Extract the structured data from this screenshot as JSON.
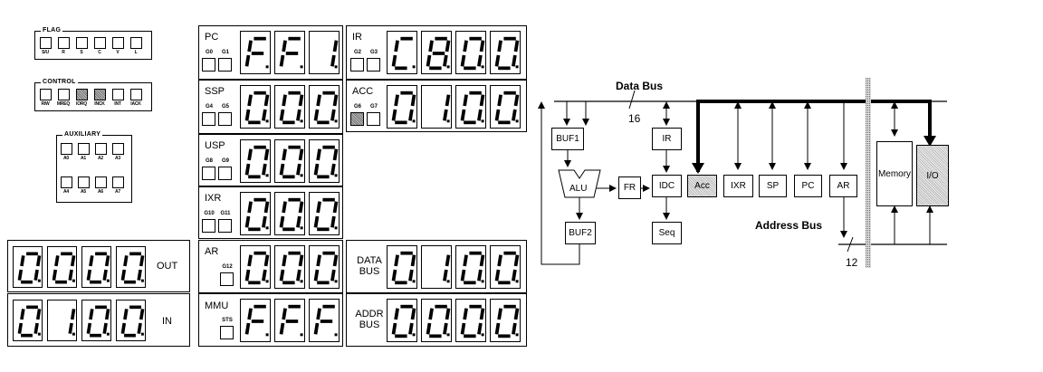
{
  "flag": {
    "title": "FLAG",
    "lamps": [
      {
        "label": "S/U",
        "on": false
      },
      {
        "label": "R",
        "on": false
      },
      {
        "label": "S",
        "on": false
      },
      {
        "label": "C",
        "on": false
      },
      {
        "label": "V",
        "on": false
      },
      {
        "label": "L",
        "on": false
      }
    ]
  },
  "control": {
    "title": "CONTROL",
    "lamps": [
      {
        "label": "R/W",
        "on": false
      },
      {
        "label": "MREQ",
        "on": false
      },
      {
        "label": "IORQ",
        "on": true
      },
      {
        "label": "INCK",
        "on": true
      },
      {
        "label": "INT",
        "on": false
      },
      {
        "label": "IACK",
        "on": false
      }
    ]
  },
  "auxiliary": {
    "title": "AUXILIARY",
    "lamps": [
      {
        "label": "A0",
        "on": false
      },
      {
        "label": "A1",
        "on": false
      },
      {
        "label": "A2",
        "on": false
      },
      {
        "label": "A3",
        "on": false
      },
      {
        "label": "A4",
        "on": false
      },
      {
        "label": "A5",
        "on": false
      },
      {
        "label": "A6",
        "on": false
      },
      {
        "label": "A7",
        "on": false
      }
    ]
  },
  "io": {
    "out": {
      "label": "OUT",
      "digits": [
        "0",
        "0",
        "0",
        "0"
      ]
    },
    "in": {
      "label": "IN",
      "digits": [
        "0",
        "1",
        "0",
        "0"
      ]
    }
  },
  "registers": {
    "pc": {
      "name": "PC",
      "gates": [
        {
          "label": "G0",
          "on": false
        },
        {
          "label": "G1",
          "on": false
        }
      ],
      "digits": [
        "F",
        "F",
        "1"
      ]
    },
    "ssp": {
      "name": "SSP",
      "gates": [
        {
          "label": "G4",
          "on": false
        },
        {
          "label": "G5",
          "on": false
        }
      ],
      "digits": [
        "0",
        "0",
        "0"
      ]
    },
    "usp": {
      "name": "USP",
      "gates": [
        {
          "label": "G8",
          "on": false
        },
        {
          "label": "G9",
          "on": false
        }
      ],
      "digits": [
        "0",
        "0",
        "0"
      ]
    },
    "ixr": {
      "name": "IXR",
      "gates": [
        {
          "label": "G10",
          "on": false
        },
        {
          "label": "G11",
          "on": false
        }
      ],
      "digits": [
        "0",
        "0",
        "0"
      ]
    },
    "ar": {
      "name": "AR",
      "gates": [
        {
          "label": "G12",
          "on": false
        }
      ],
      "digits": [
        "0",
        "0",
        "0"
      ]
    },
    "mmu": {
      "name": "MMU",
      "gates": [
        {
          "label": "STS",
          "on": false
        }
      ],
      "digits": [
        "F",
        "F",
        "F"
      ]
    },
    "ir": {
      "name": "IR",
      "gates": [
        {
          "label": "G2",
          "on": false
        },
        {
          "label": "G3",
          "on": false
        }
      ],
      "digits": [
        "C",
        "8",
        "0",
        "0"
      ]
    },
    "acc": {
      "name": "ACC",
      "gates": [
        {
          "label": "G6",
          "on": true
        },
        {
          "label": "G7",
          "on": false
        }
      ],
      "digits": [
        "0",
        "1",
        "0",
        "0"
      ]
    },
    "data_bus": {
      "name_line1": "DATA",
      "name_line2": "BUS",
      "digits": [
        "0",
        "1",
        "0",
        "0"
      ]
    },
    "addr_bus": {
      "name_line1": "ADDR",
      "name_line2": "BUS",
      "digits": [
        "0",
        "0",
        "0",
        "0"
      ]
    }
  },
  "diagram": {
    "data_bus_label": "Data Bus",
    "data_bus_width": "16",
    "address_bus_label": "Address Bus",
    "address_bus_width": "12",
    "blocks": {
      "buf1": "BUF1",
      "buf2": "BUF2",
      "alu": "ALU",
      "fr": "FR",
      "ir": "IR",
      "idc": "IDC",
      "seq": "Seq",
      "acc": "Acc",
      "ixr": "IXR",
      "sp": "SP",
      "pc": "PC",
      "ar": "AR",
      "memory": "Memory",
      "io": "I/O"
    }
  }
}
